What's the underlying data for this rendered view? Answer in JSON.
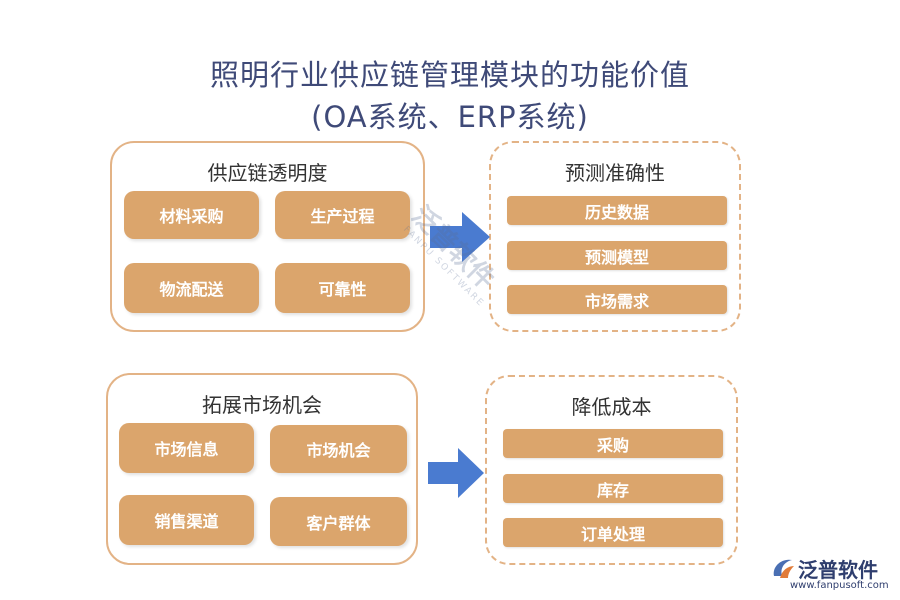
{
  "title": {
    "line1": "照明行业供应链管理模块的功能价值",
    "line2": "(OA系统、ERP系统)"
  },
  "boxes": {
    "transparency": {
      "title": "供应链透明度",
      "items": [
        "材料采购",
        "生产过程",
        "物流配送",
        "可靠性"
      ]
    },
    "forecast": {
      "title": "预测准确性",
      "items": [
        "历史数据",
        "预测模型",
        "市场需求"
      ]
    },
    "market": {
      "title": "拓展市场机会",
      "items": [
        "市场信息",
        "市场机会",
        "销售渠道",
        "客户群体"
      ]
    },
    "cost": {
      "title": "降低成本",
      "items": [
        "采购",
        "库存",
        "订单处理"
      ]
    }
  },
  "watermark": {
    "text": "泛普软件",
    "sub": "FANPU SOFTWARE"
  },
  "logo": {
    "name": "泛普软件",
    "url": "www.fanpusoft.com"
  },
  "colors": {
    "title": "#3f4a78",
    "tile": "#dba56c",
    "border": "#e3b386",
    "arrow": "#4a7bd0"
  }
}
